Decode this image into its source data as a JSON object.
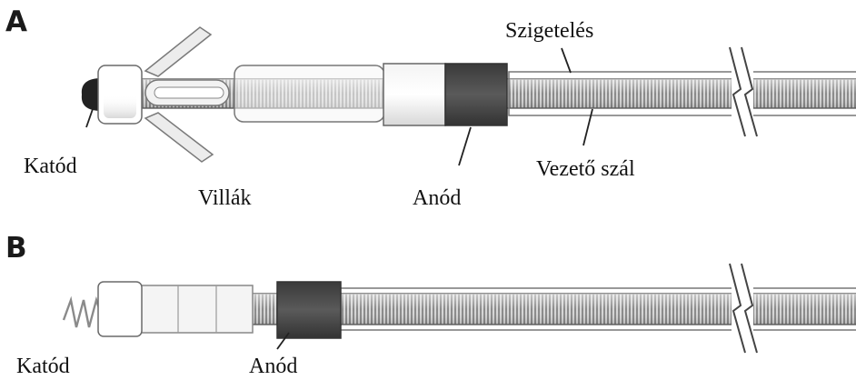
{
  "panels": {
    "a": {
      "letter": "A",
      "labels": {
        "insulation": "Szigetelés",
        "cathode": "Katód",
        "prongs": "Villák",
        "anode": "Anód",
        "wire": "Vezető szál"
      }
    },
    "b": {
      "letter": "B",
      "labels": {
        "cathode": "Katód",
        "anode": "Anód"
      }
    }
  },
  "colors": {
    "coil_dark": "#8a8a8a",
    "coil_light": "#d6d6d6",
    "anode_dark": "#4a4a4a",
    "anode_light": "#ececec",
    "cathode_tip": "#222222",
    "outline": "#555555"
  }
}
